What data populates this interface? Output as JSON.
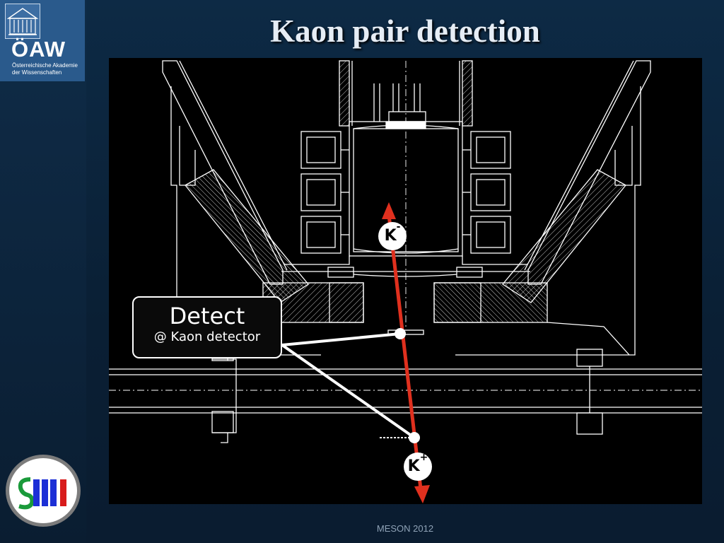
{
  "slide": {
    "title": "Kaon pair detection",
    "footer": "MESON 2012"
  },
  "logos": {
    "oaw": {
      "letters": "ÖAW",
      "subtitle_line1": "Österreichische Akademie",
      "subtitle_line2": "der Wissenschaften"
    },
    "smi": {
      "icon": "smi-institute-logo"
    }
  },
  "diagram": {
    "callout": {
      "main": "Detect",
      "sub": "@ Kaon detector"
    },
    "particles": {
      "k_minus": {
        "symbol": "K",
        "charge": "-"
      },
      "k_plus": {
        "symbol": "K",
        "charge": "+"
      }
    },
    "colors": {
      "track": "#e0301e",
      "lines": "#ffffff",
      "background": "#000000",
      "title": "#e6edf5",
      "oaw_blue": "#2a5a8c"
    }
  }
}
